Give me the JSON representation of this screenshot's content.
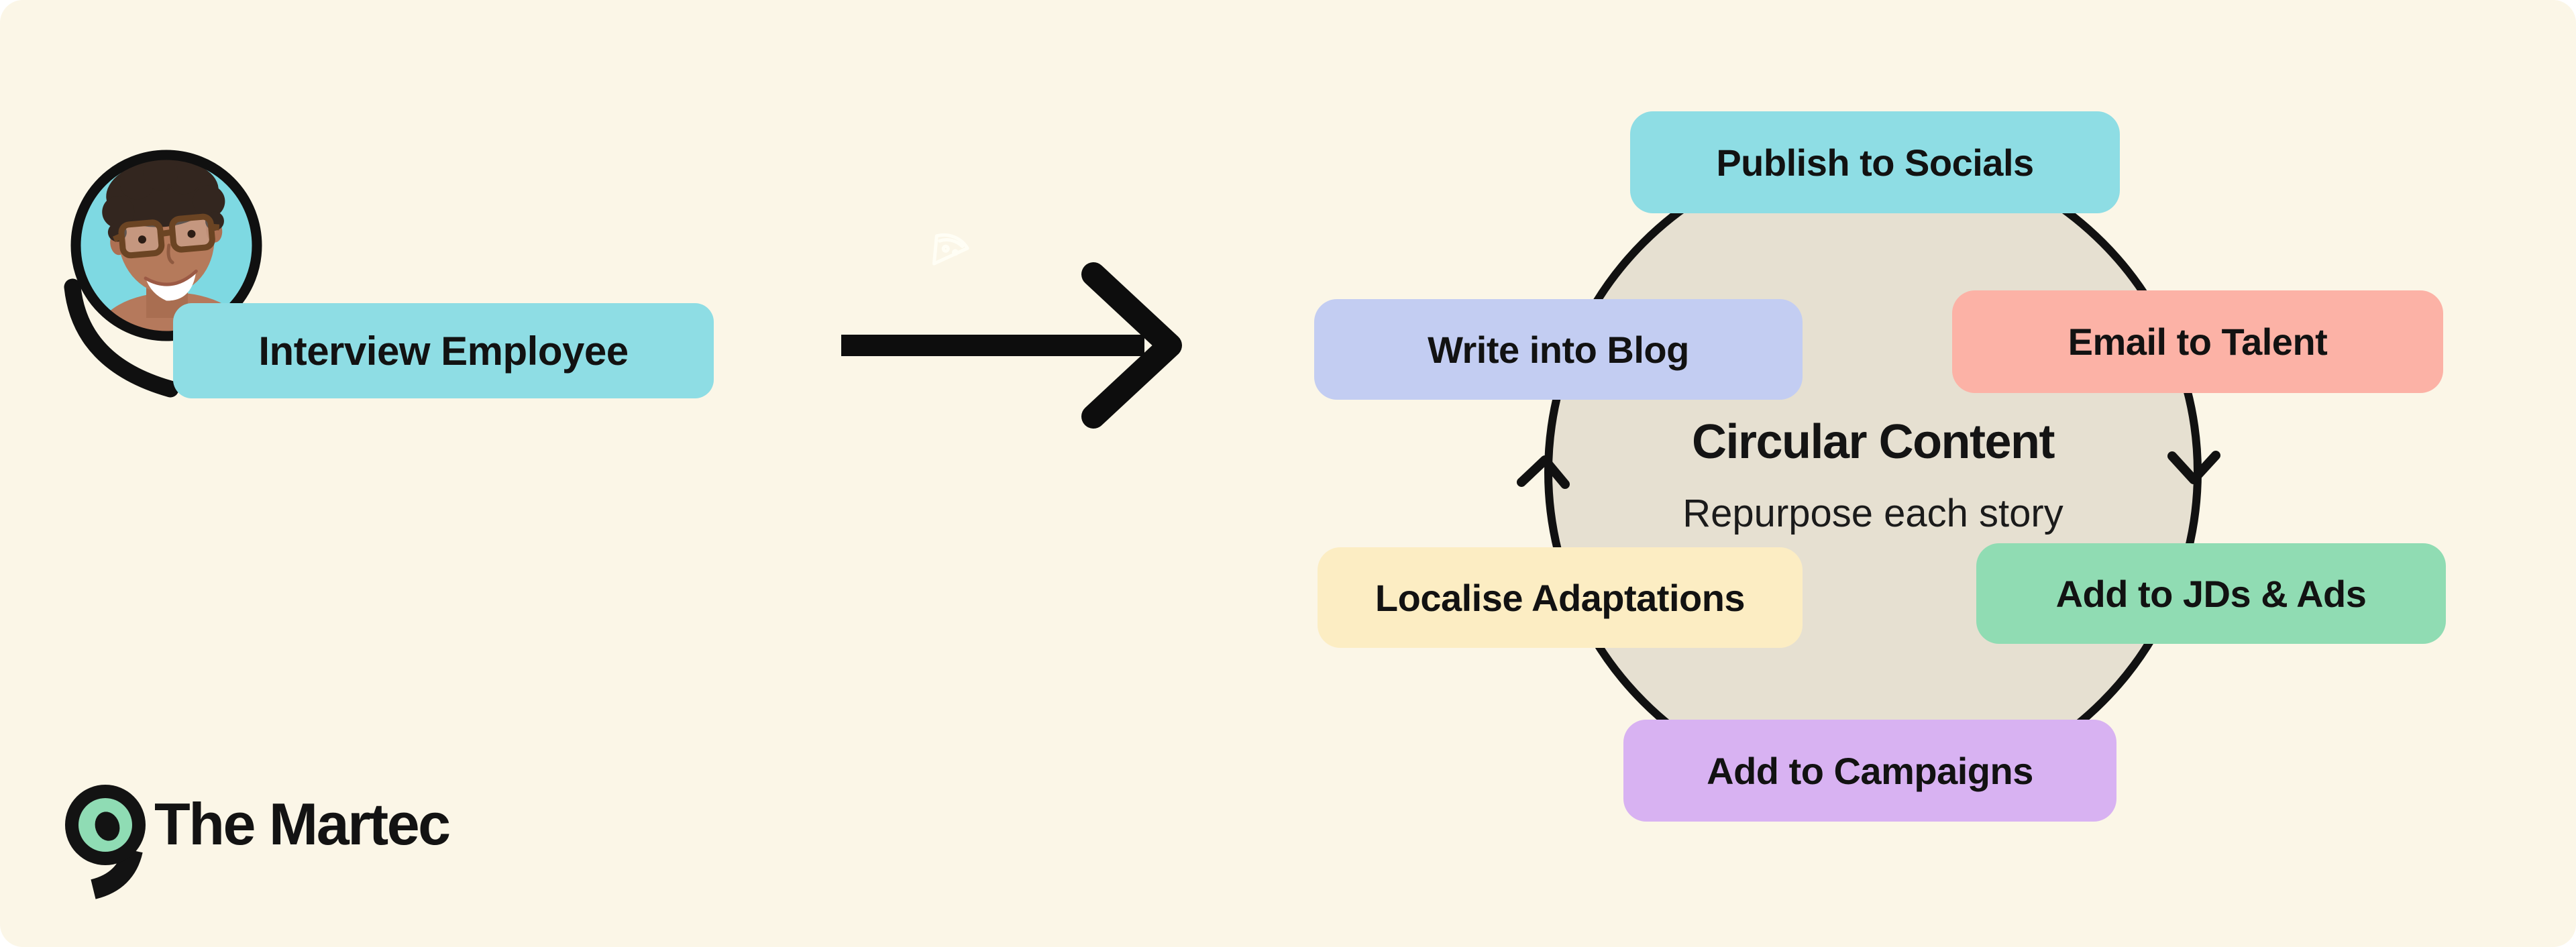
{
  "panel": {
    "page_background": "#ffffff",
    "background": "#fbf6e7",
    "ink": "#141414"
  },
  "intro": {
    "step_label": "Interview Employee",
    "step_color": "#8edde4",
    "avatar_bg": "#7ed9e2",
    "avatar_icon": "person-portrait"
  },
  "flow": {
    "arrow_icon": "arrow-right",
    "arrow_color": "#0d0d0d",
    "pizza_icon": "pizza-slice",
    "pizza_color": "#fffef6"
  },
  "cycle": {
    "title": "Circular Content",
    "subtitle": "Repurpose each story",
    "disc_color": "#e6e0d1",
    "outline_color": "#111111",
    "direction": "clockwise",
    "steps": [
      {
        "label": "Publish to Socials",
        "color": "#8edde4",
        "position": "top"
      },
      {
        "label": "Email to Talent",
        "color": "#fcb2a6",
        "position": "upper-right"
      },
      {
        "label": "Add to JDs & Ads",
        "color": "#90dcb3",
        "position": "lower-right"
      },
      {
        "label": "Add to Campaigns",
        "color": "#d8b2f2",
        "position": "bottom"
      },
      {
        "label": "Localise Adaptations",
        "color": "#fcedc3",
        "position": "lower-left"
      },
      {
        "label": "Write into Blog",
        "color": "#c3cdf2",
        "position": "upper-left"
      }
    ]
  },
  "branding": {
    "name": "The Martec",
    "logo_icon": "martec-9-speech-bubble",
    "mark_green": "#8fdcb4",
    "mark_ink": "#131313"
  }
}
